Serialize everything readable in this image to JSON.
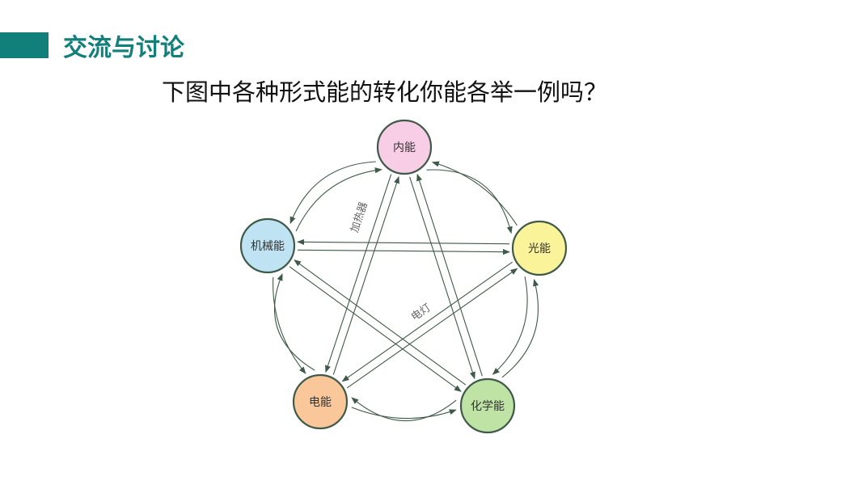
{
  "header": {
    "title": "交流与讨论"
  },
  "question": "下图中各种形式能的转化你能各举一例吗？",
  "diagram": {
    "nodes": {
      "internal": {
        "label": "内能",
        "color": "#f8cde6"
      },
      "light": {
        "label": "光能",
        "color": "#fbf39a"
      },
      "chemical": {
        "label": "化学能",
        "color": "#bfe3a5"
      },
      "electric": {
        "label": "电能",
        "color": "#f9c79a"
      },
      "mechanical": {
        "label": "机械能",
        "color": "#bfe3f2"
      }
    },
    "edges": [
      {
        "from": "internal",
        "to": "light"
      },
      {
        "from": "light",
        "to": "internal"
      },
      {
        "from": "light",
        "to": "chemical"
      },
      {
        "from": "chemical",
        "to": "light"
      },
      {
        "from": "chemical",
        "to": "electric"
      },
      {
        "from": "electric",
        "to": "chemical"
      },
      {
        "from": "electric",
        "to": "mechanical"
      },
      {
        "from": "mechanical",
        "to": "electric"
      },
      {
        "from": "mechanical",
        "to": "internal"
      },
      {
        "from": "internal",
        "to": "mechanical"
      },
      {
        "from": "mechanical",
        "to": "light"
      },
      {
        "from": "light",
        "to": "mechanical"
      },
      {
        "from": "electric",
        "to": "internal",
        "label": "加热器"
      },
      {
        "from": "internal",
        "to": "electric"
      },
      {
        "from": "internal",
        "to": "chemical"
      },
      {
        "from": "chemical",
        "to": "internal"
      },
      {
        "from": "electric",
        "to": "light",
        "label": "电灯"
      },
      {
        "from": "light",
        "to": "electric"
      },
      {
        "from": "mechanical",
        "to": "chemical"
      },
      {
        "from": "chemical",
        "to": "mechanical"
      }
    ],
    "stroke_color": "#3f5a48"
  }
}
